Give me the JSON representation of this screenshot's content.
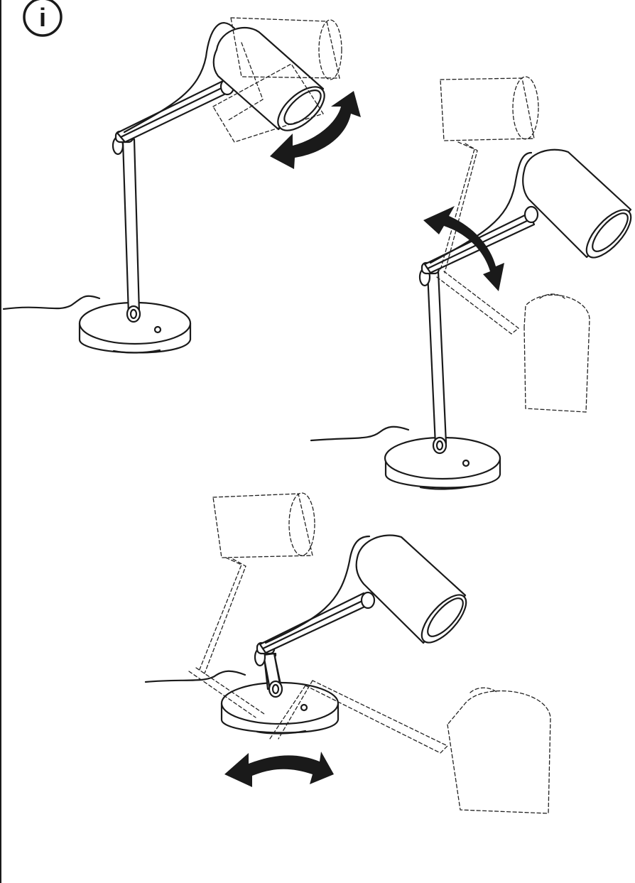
{
  "info_badge": {
    "glyph": "i"
  },
  "panels": [
    "head-tilt",
    "arm-raise",
    "base-rotate"
  ],
  "colors": {
    "ink": "#1a1a1a",
    "paper": "#ffffff"
  }
}
